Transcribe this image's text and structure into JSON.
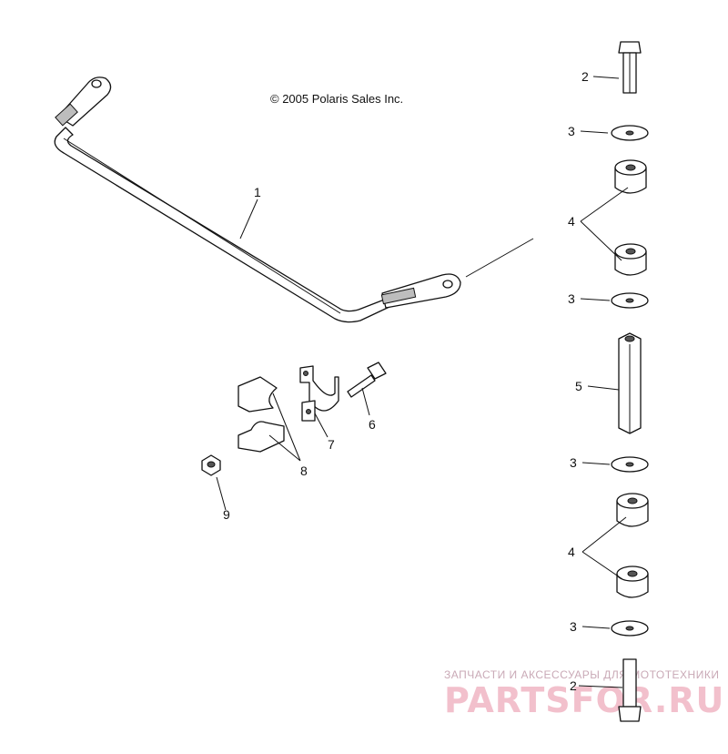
{
  "copyright": "© 2005 Polaris Sales Inc.",
  "callouts": {
    "c1": "1",
    "c2a": "2",
    "c3a": "3",
    "c4a": "4",
    "c3b": "3",
    "c5": "5",
    "c3c": "3",
    "c4b": "4",
    "c3d": "3",
    "c2b": "2",
    "c6": "6",
    "c7": "7",
    "c8": "8",
    "c9": "9"
  },
  "watermark": {
    "top": "ЗАПЧАСТИ И АКСЕССУАРЫ ДЛЯ МОТОТЕХНИКИ",
    "logo": "PARTSFOR.RU"
  }
}
